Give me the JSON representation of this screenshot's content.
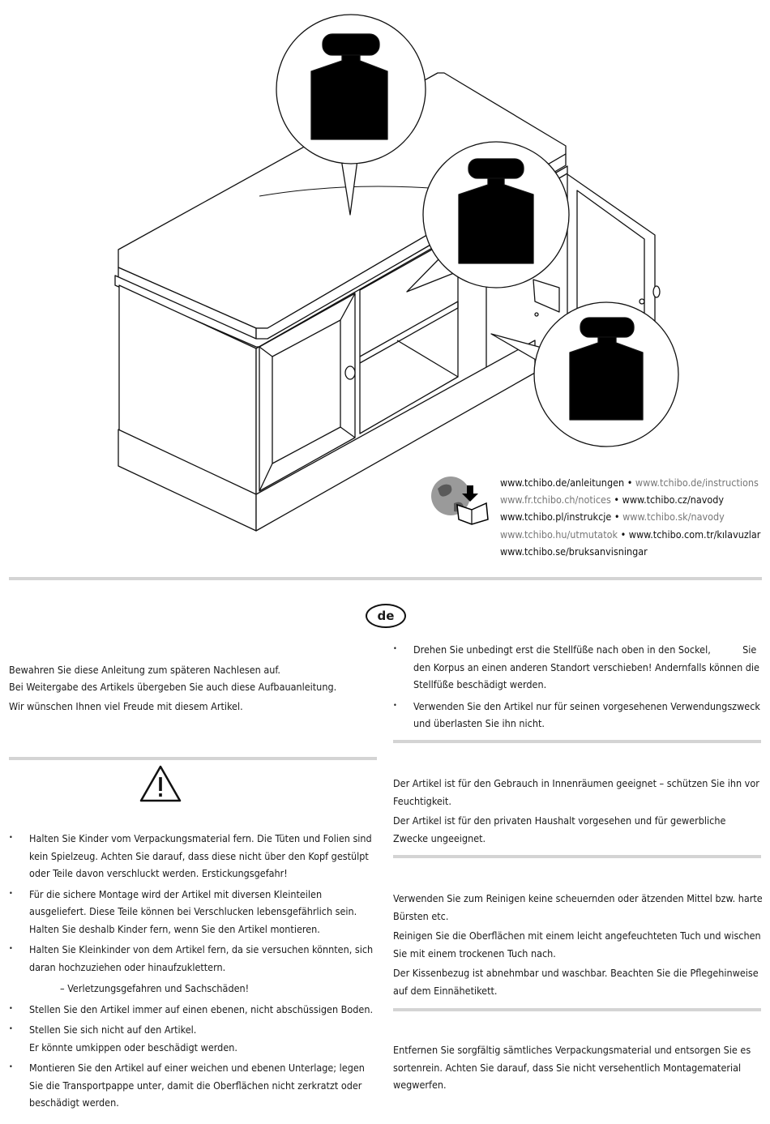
{
  "download_links": [
    [
      {
        "t": "www.tchibo.de/anleitungen",
        "c": "l"
      },
      {
        "t": " • ",
        "c": "sep"
      },
      {
        "t": "www.tchibo.de/instructions",
        "c": "g"
      }
    ],
    [
      {
        "t": "www.fr.tchibo.ch/notices",
        "c": "g"
      },
      {
        "t": " • ",
        "c": "sep"
      },
      {
        "t": "www.tchibo.cz/navody",
        "c": "l"
      }
    ],
    [
      {
        "t": "www.tchibo.pl/instrukcje",
        "c": "l"
      },
      {
        "t": " • ",
        "c": "sep"
      },
      {
        "t": "www.tchibo.sk/navody",
        "c": "g"
      }
    ],
    [
      {
        "t": "www.tchibo.hu/utmutatok",
        "c": "g"
      },
      {
        "t": " • ",
        "c": "sep"
      },
      {
        "t": "www.tchibo.com.tr/kılavuzlar",
        "c": "l"
      }
    ],
    [
      {
        "t": "www.tchibo.se/bruksanvisningar",
        "c": "l"
      }
    ]
  ],
  "language_badge": "de",
  "intro": {
    "line1": "Bewahren Sie diese Anleitung zum späteren Nachlesen auf.",
    "line2": "Bei Weitergabe des Artikels übergeben Sie auch diese Aufbauanleitung.",
    "line3": "Wir wünschen Ihnen viel Freude mit diesem Artikel."
  },
  "safety": {
    "b1": "Halten Sie Kinder vom Verpackungsmaterial fern. Die Tüten und Folien sind kein Spielzeug. Achten Sie darauf, dass diese nicht über den Kopf gestülpt oder Teile davon verschluckt werden. Erstickungsgefahr!",
    "b2": "Für die sichere Montage wird der Artikel mit diversen Kleinteilen ausgeliefert. Diese Teile können bei Verschlucken lebensgefährlich sein. Halten Sie deshalb Kinder fern, wenn Sie den Artikel montieren.",
    "b3": "Halten Sie Kleinkinder von dem Artikel fern, da sie versuchen könnten, sich daran hochzuziehen oder hinaufzuklettern.",
    "b3_sub": "– Verletzungsgefahren und Sachschäden!",
    "b4": "Stellen Sie den Artikel immer auf einen ebenen, nicht abschüssigen Boden.",
    "b5a": "Stellen Sie sich nicht auf den Artikel.",
    "b5b": "Er könnte umkippen oder beschädigt werden.",
    "b6": "Montieren Sie den Artikel auf einer weichen und ebenen Unterlage; legen Sie die Transportpappe unter, damit die Oberflächen nicht zerkratzt oder beschädigt werden."
  },
  "right_bullets": {
    "r1": "Drehen Sie unbedingt erst die Stellfüße nach oben in den Sockel,           Sie den Korpus an einen anderen Standort verschieben! Andernfalls können die Stellfüße beschädigt werden.",
    "r2": "Verwenden Sie den Artikel nur für seinen vorgesehenen Verwendungszweck und überlasten Sie ihn nicht."
  },
  "usage": {
    "p1": "Der Artikel ist für den Gebrauch in Innenräumen geeignet – schützen Sie ihn vor Feuchtigkeit.",
    "p2": "Der Artikel ist für den privaten Haushalt vorgesehen und für gewerbliche Zwecke ungeeignet."
  },
  "care": {
    "p1": "Verwenden Sie zum Reinigen keine scheuernden oder ätzenden Mittel bzw. harte Bürsten etc.",
    "p2": "Reinigen Sie die Oberflächen mit einem leicht angefeuchteten Tuch und wischen Sie mit einem trockenen Tuch nach.",
    "p3": "Der Kissenbezug ist abnehmbar und waschbar. Beachten Sie die Pflegehinweise auf dem Einnähetikett."
  },
  "disposal": {
    "p1": "Entfernen Sie sorgfältig sämtliches Verpackungsmaterial und entsorgen Sie es sortenrein. Achten Sie darauf, dass Sie nicht versehentlich Montagematerial wegwerfen."
  }
}
